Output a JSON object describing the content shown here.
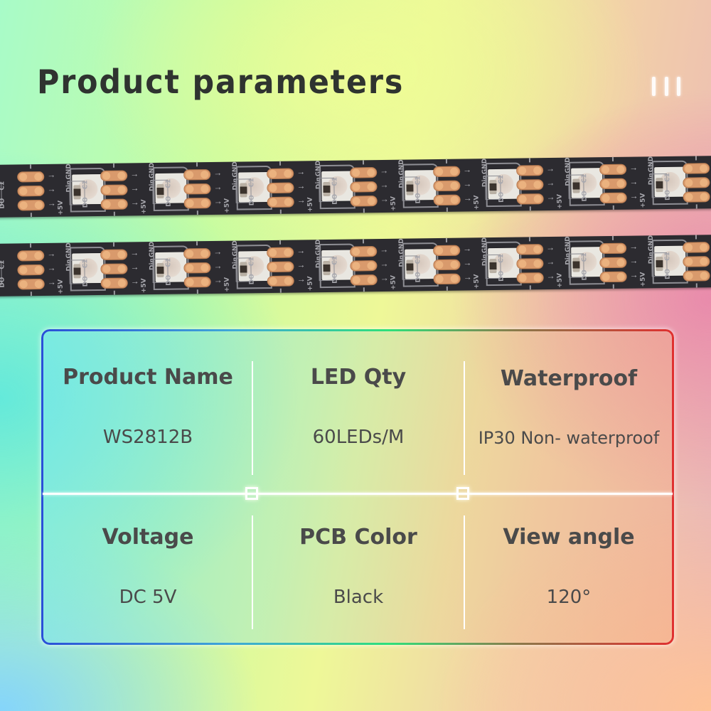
{
  "header": {
    "title": "Product parameters",
    "menu_icon": "three-vertical-bars-icon"
  },
  "image": {
    "subject": "Two WS2812B black PCB addressable RGB LED strips",
    "silkscreen_labels": [
      "+5V",
      "DO",
      "GND",
      "C1",
      "Din"
    ]
  },
  "colors": {
    "title_text": "#2f3330",
    "cell_text": "#4a4a4a",
    "pcb": "#2c2b30",
    "pad_copper": "#d99a6c",
    "panel_border_left": "#2a4fd8",
    "panel_border_mid": "#2ee07a",
    "panel_border_right": "#e03030"
  },
  "parameters": [
    {
      "label": "Product Name",
      "value": "WS2812B"
    },
    {
      "label": "LED Qty",
      "value": "60LEDs/M"
    },
    {
      "label": "Waterproof",
      "value": "IP30 Non- waterproof"
    },
    {
      "label": "Voltage",
      "value": "DC 5V"
    },
    {
      "label": "PCB Color",
      "value": "Black"
    },
    {
      "label": "View angle",
      "value": "120°"
    }
  ]
}
